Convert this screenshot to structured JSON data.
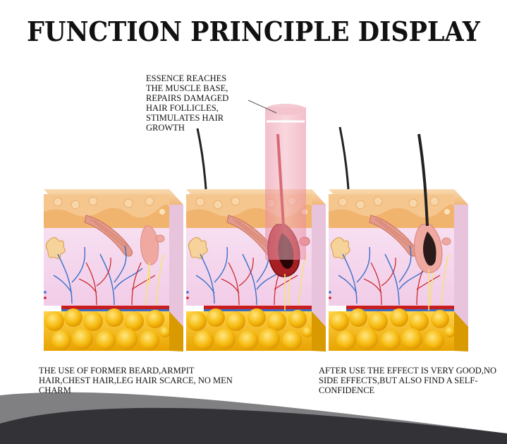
{
  "title": "FUNCTION PRINCIPLE DISPLAY",
  "note_top": "ESSENCE REACHES THE MUSCLE BASE, REPAIRS DAMAGED HAIR FOLLICLES, STIMULATES HAIR GROWTH",
  "caption_left": "THE USE OF FORMER BEARD,ARMPIT HAIR,CHEST HAIR,LEG HAIR SCARCE, NO MEN CHARM",
  "caption_right": "AFTER USE THE EFFECT IS VERY GOOD,NO SIDE EFFECTS,BUT ALSO FIND A SELF-CONFIDENCE",
  "colors": {
    "skin_top": "#f6c88c",
    "dermis": "#f6d9ef",
    "fat": "#f3b400",
    "vein": "#3a6fc9",
    "artery": "#c81e1e",
    "hair": "#222222",
    "laser": "#e8a0ae"
  }
}
